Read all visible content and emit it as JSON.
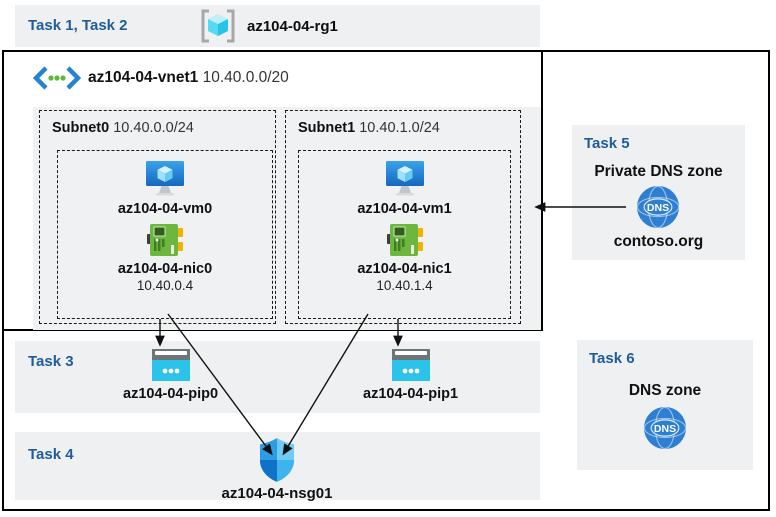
{
  "top_band": {
    "tasks_label": "Task 1, Task 2",
    "resource_group": "az104-04-rg1"
  },
  "vnet": {
    "name": "az104-04-vnet1",
    "cidr": "10.40.0.0/20"
  },
  "subnets": [
    {
      "name": "Subnet0",
      "cidr": "10.40.0.0/24",
      "vm": "az104-04-vm0",
      "nic": "az104-04-nic0",
      "nic_ip": "10.40.0.4"
    },
    {
      "name": "Subnet1",
      "cidr": "10.40.1.0/24",
      "vm": "az104-04-vm1",
      "nic": "az104-04-nic1",
      "nic_ip": "10.40.1.4"
    }
  ],
  "task3": {
    "label": "Task 3",
    "pips": [
      "az104-04-pip0",
      "az104-04-pip1"
    ]
  },
  "task4": {
    "label": "Task 4",
    "nsg": "az104-04-nsg01"
  },
  "task5": {
    "label": "Task 5",
    "title": "Private DNS zone",
    "zone_name": "contoso.org"
  },
  "task6": {
    "label": "Task 6",
    "title": "DNS zone"
  },
  "icons": {
    "dns_text": "DNS"
  },
  "colors": {
    "accent_blue": "#1f5c99",
    "band_bg": "#eef0f2",
    "arrow": "#111111"
  }
}
